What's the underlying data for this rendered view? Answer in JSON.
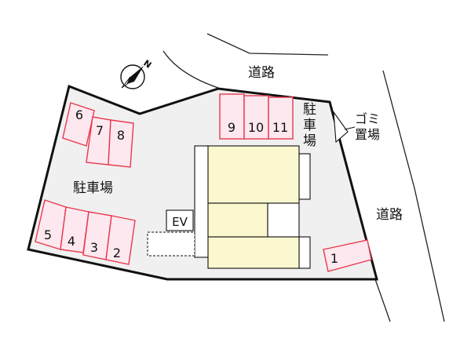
{
  "labels": {
    "road_top": "道路",
    "road_right": "道路",
    "parking_left": [
      "駐",
      "車",
      "場"
    ],
    "parking_left_text": "駐車場",
    "parking_right": [
      "駐",
      "車",
      "場"
    ],
    "garbage": [
      "ゴミ",
      "置場"
    ],
    "ev": "EV"
  },
  "parking_spaces": {
    "left_top": [
      "6",
      "7",
      "8"
    ],
    "top": [
      "9",
      "10",
      "11"
    ],
    "left_bottom": [
      "5",
      "4",
      "3",
      "2"
    ],
    "right": [
      "1"
    ]
  },
  "compass": {
    "north": "N"
  },
  "colors": {
    "space_stroke": "#e8384f",
    "space_fill": "#fde8ef",
    "building_fill": "#fbf8cf",
    "lot_fill": "#f0f0f0"
  }
}
